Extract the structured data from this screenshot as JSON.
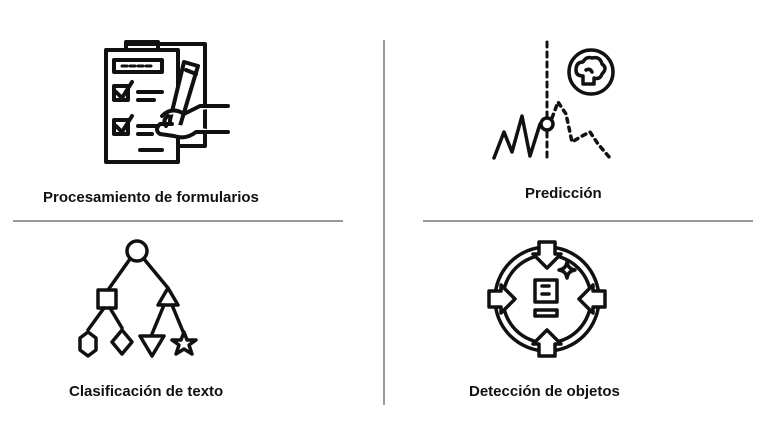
{
  "quadrants": {
    "top_left": {
      "label": "Procesamiento de formularios",
      "icon": "form-processing-icon"
    },
    "top_right": {
      "label": "Predicción",
      "icon": "prediction-icon"
    },
    "bottom_left": {
      "label": "Clasificación de texto",
      "icon": "text-classification-icon"
    },
    "bottom_right": {
      "label": "Detección de objetos",
      "icon": "object-detection-icon"
    }
  }
}
